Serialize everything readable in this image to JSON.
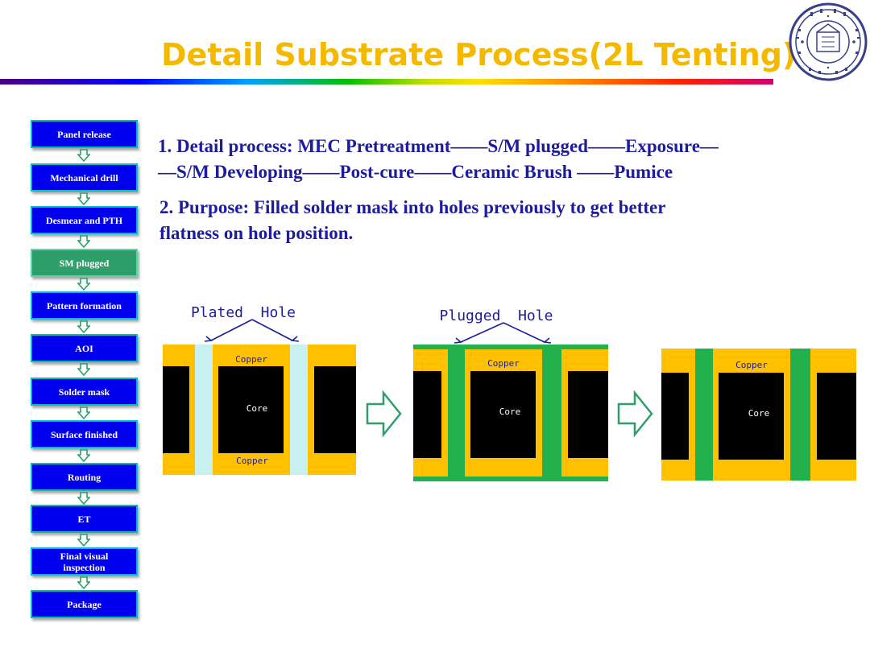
{
  "title": "Detail Substrate Process(2L Tenting)",
  "flow": [
    "Panel release",
    "Mechanical drill",
    "Desmear and PTH",
    "SM plugged",
    "Pattern formation",
    "AOI",
    "Solder mask",
    "Surface finished",
    "Routing",
    "ET",
    "Final visual inspection",
    "Package"
  ],
  "flow_active": "SM plugged",
  "text": {
    "line1": "1. Detail process: MEC Pretreatment——S/M plugged——Exposure—",
    "line2": "—S/M Developing——Post-cure——Ceramic Brush  ——Pumice",
    "line3": "2. Purpose:  Filled solder mask into holes previously to get better",
    "line4": "flatness on hole position."
  },
  "diagram": {
    "label_plated": "Plated  Hole",
    "label_plugged": "Plugged  Hole",
    "copper": "Copper",
    "core": "Core"
  },
  "colors": {
    "title": "#f5b800",
    "copper": "#ffc000",
    "core": "#000000",
    "solder_mask": "#22b14c",
    "hole": "#c8f0f0",
    "flow_box": "#0000ee",
    "flow_active": "#2e9e6a",
    "text": "#1c1c9c"
  }
}
